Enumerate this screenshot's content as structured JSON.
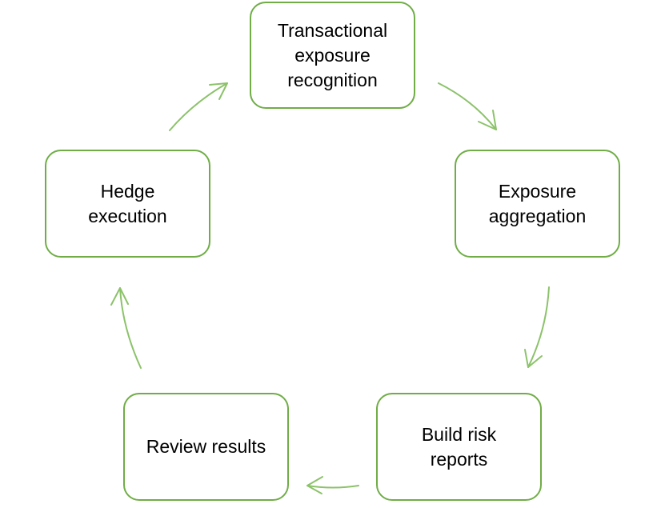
{
  "diagram": {
    "accent_color": "#70ad47",
    "arrow_color": "#8cc26a",
    "nodes": [
      {
        "id": "transactional",
        "label": "Transactional\nexposure\nrecognition"
      },
      {
        "id": "aggregation",
        "label": "Exposure\naggregation"
      },
      {
        "id": "risk-reports",
        "label": "Build risk\nreports"
      },
      {
        "id": "review",
        "label": "Review results"
      },
      {
        "id": "hedge",
        "label": "Hedge\nexecution"
      }
    ],
    "flow": [
      {
        "from": "transactional",
        "to": "aggregation"
      },
      {
        "from": "aggregation",
        "to": "risk-reports"
      },
      {
        "from": "risk-reports",
        "to": "review"
      },
      {
        "from": "review",
        "to": "hedge"
      },
      {
        "from": "hedge",
        "to": "transactional"
      }
    ]
  }
}
